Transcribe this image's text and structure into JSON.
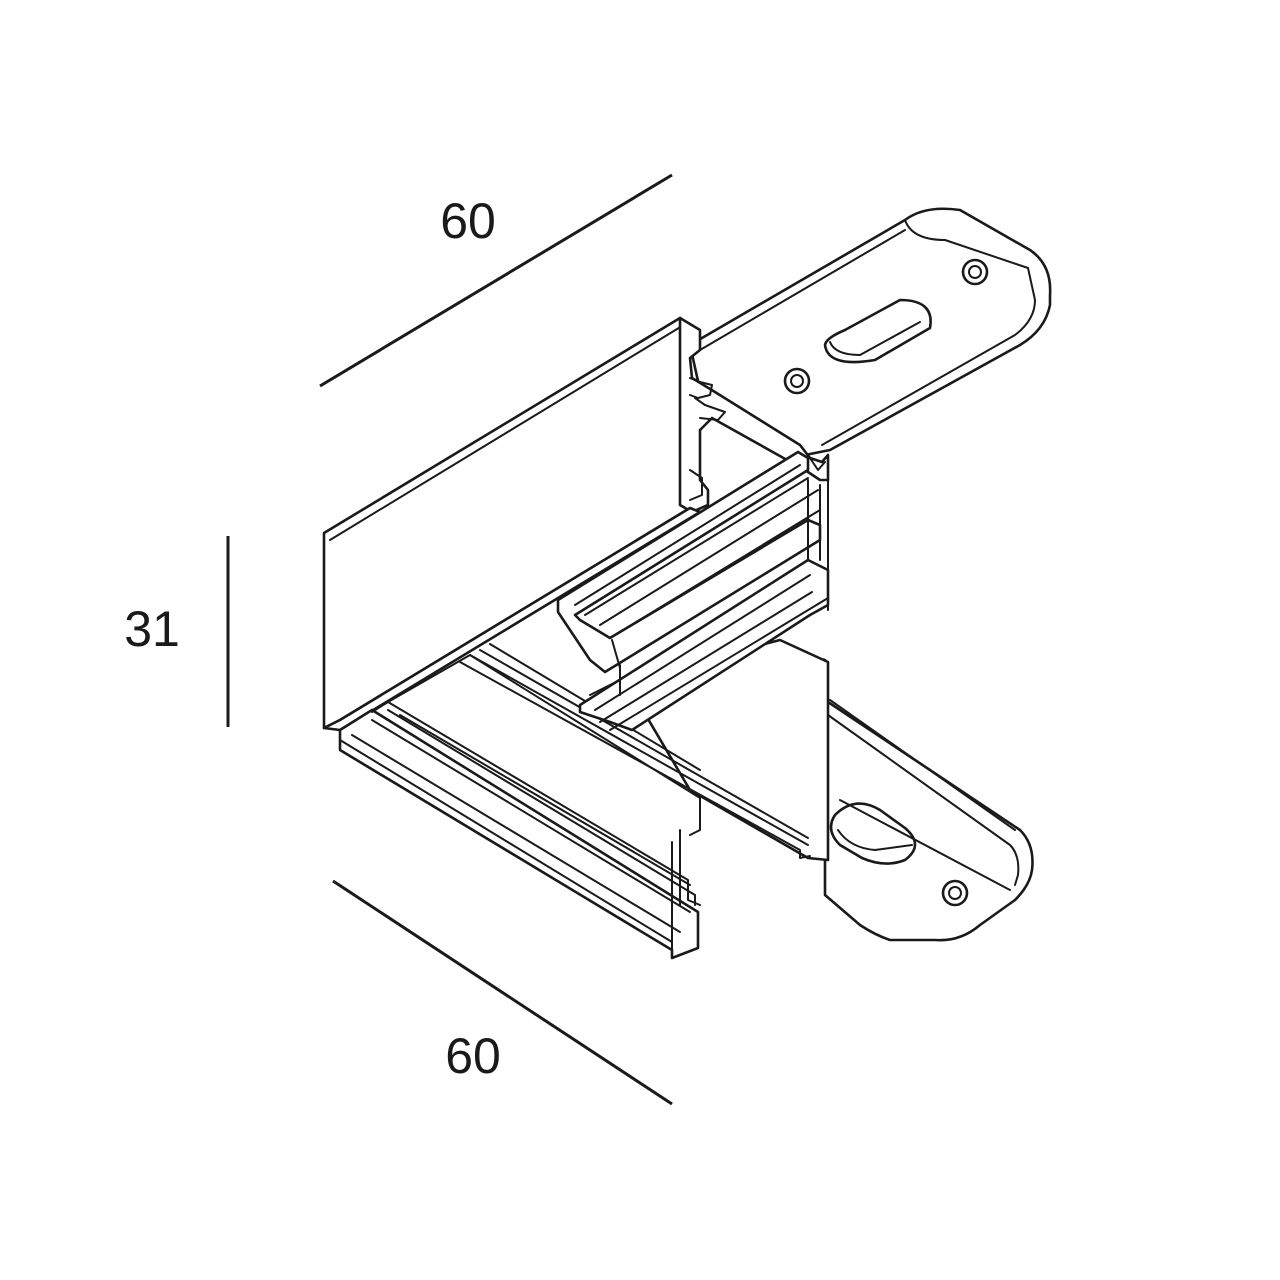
{
  "dimensions": {
    "top_length": "60",
    "height": "31",
    "bottom_length": "60"
  }
}
